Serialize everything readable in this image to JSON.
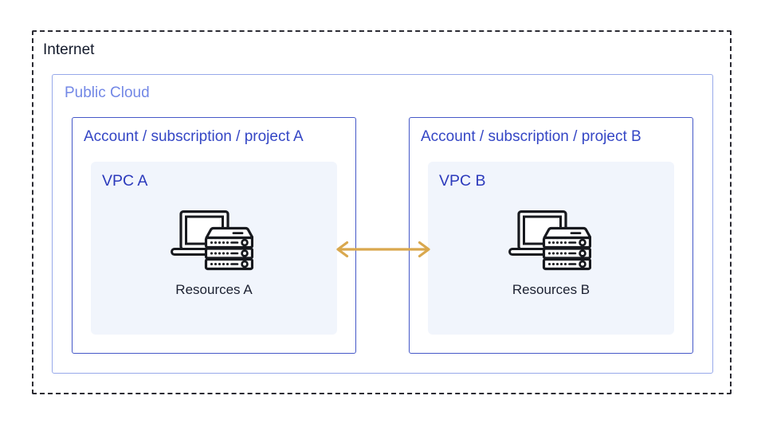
{
  "colors": {
    "dark_text": "#131a2b",
    "dashed_border": "#2b2b33",
    "cloud_border": "#97a9ea",
    "cloud_text": "#7388e6",
    "account_border": "#4558c8",
    "account_text": "#3446c5",
    "vpc_bg": "#f1f5fc",
    "vpc_text": "#2c3abc",
    "resources_text": "#1b2030",
    "arrow": "#d9a84e",
    "icon_stroke": "#17191e"
  },
  "diagram": {
    "internet": {
      "label": "Internet"
    },
    "public_cloud": {
      "label": "Public Cloud"
    },
    "accounts": [
      {
        "label": "Account / subscription / project A",
        "vpc_label": "VPC A",
        "resources_label": "Resources A",
        "icon": "laptop-server-icon"
      },
      {
        "label": "Account / subscription / project B",
        "vpc_label": "VPC B",
        "resources_label": "Resources B",
        "icon": "laptop-server-icon"
      }
    ],
    "connection": {
      "type": "bidirectional-arrow",
      "from": "VPC A",
      "to": "VPC B"
    }
  }
}
